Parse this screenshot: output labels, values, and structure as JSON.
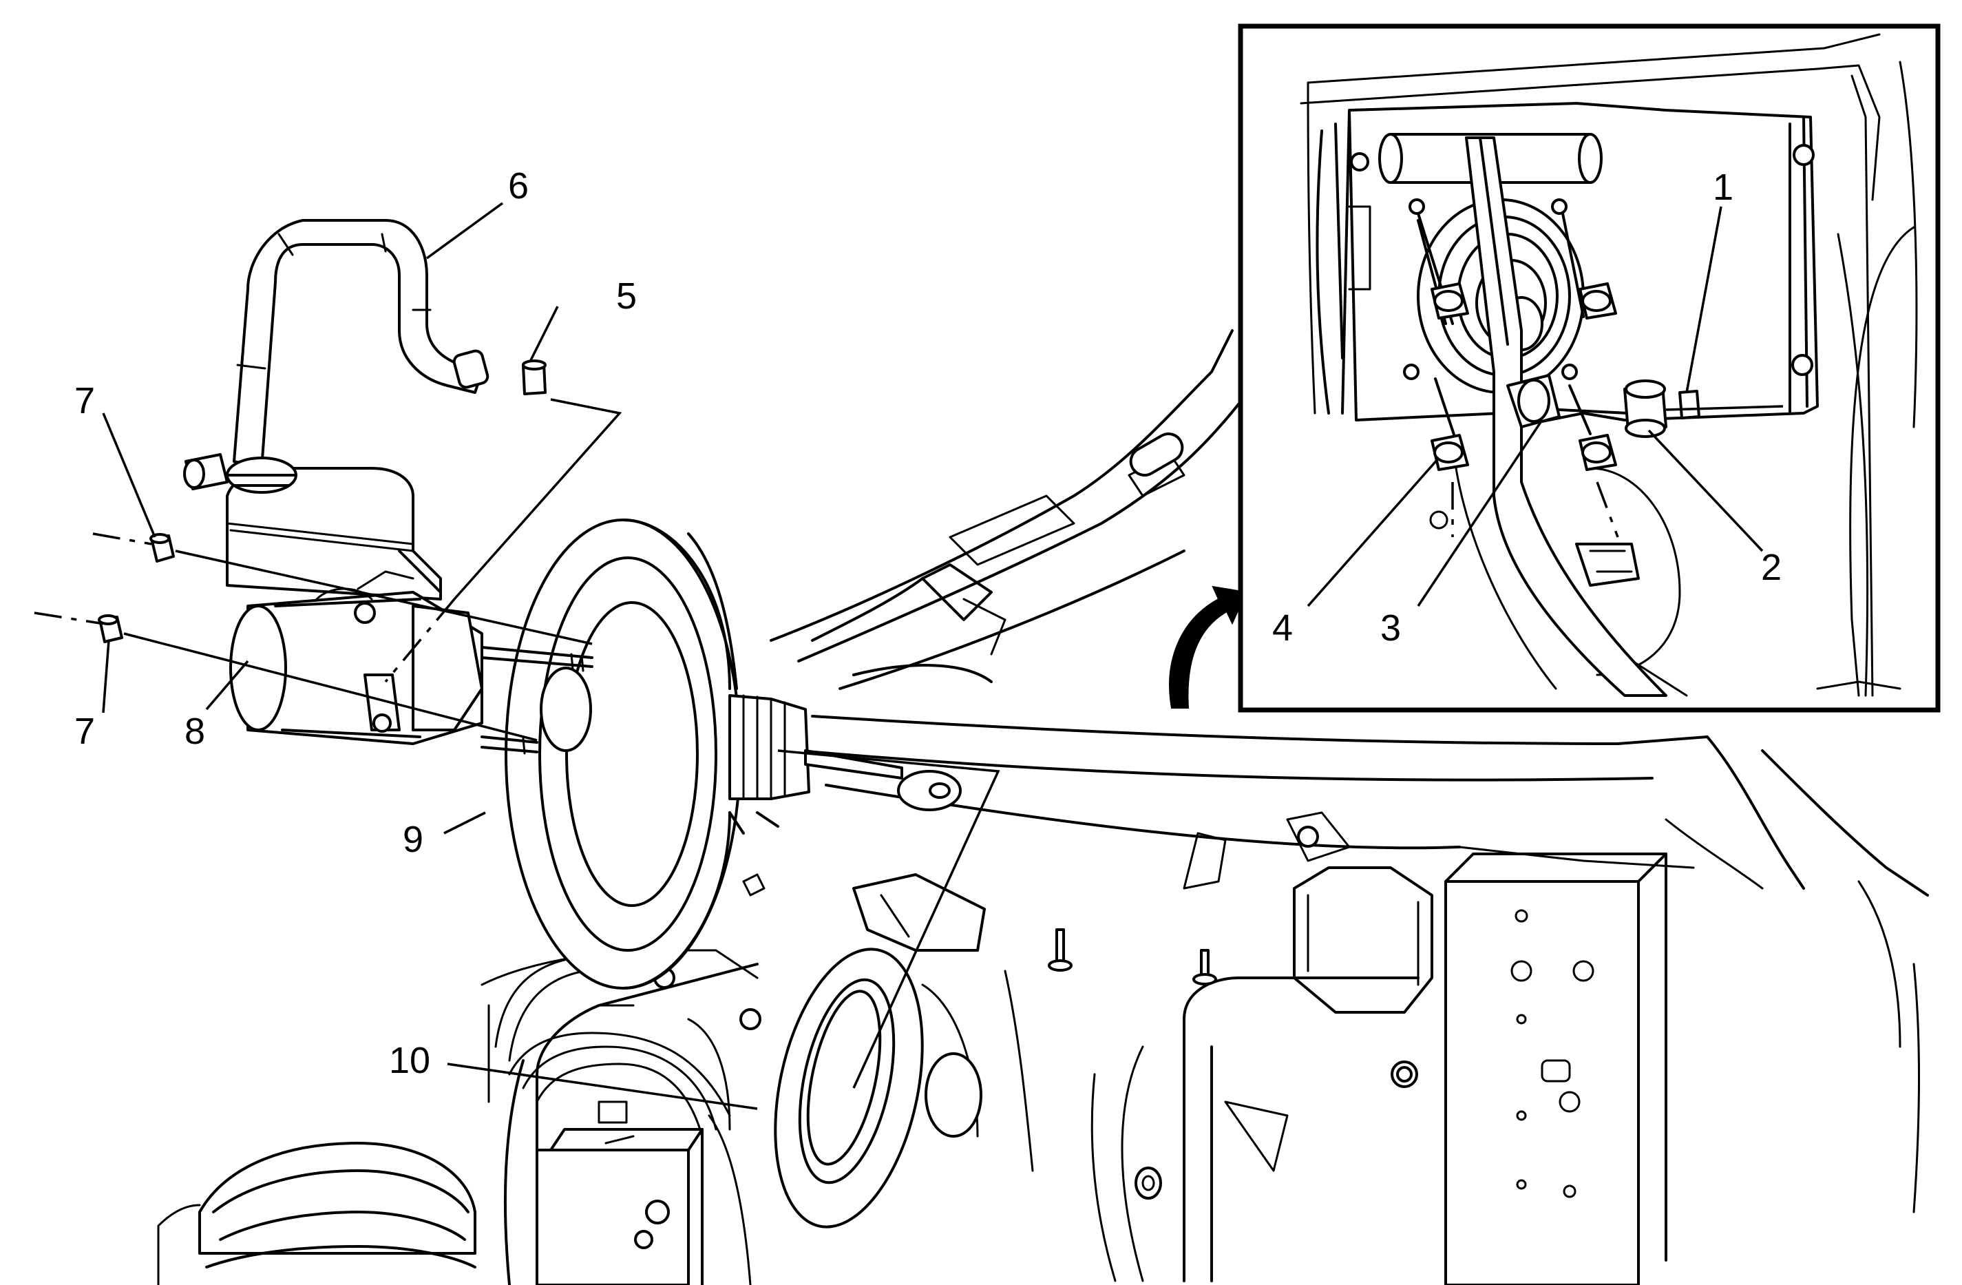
{
  "callouts": {
    "main": {
      "c5": "5",
      "c6": "6",
      "c7a": "7",
      "c7b": "7",
      "c8": "8",
      "c9": "9",
      "c10": "10"
    },
    "inset": {
      "c1": "1",
      "c2": "2",
      "c3": "3",
      "c4": "4"
    }
  },
  "icons": {
    "view_arrow": "curved-arrow-icon"
  },
  "colors": {
    "line": "#000000",
    "background": "#ffffff"
  }
}
